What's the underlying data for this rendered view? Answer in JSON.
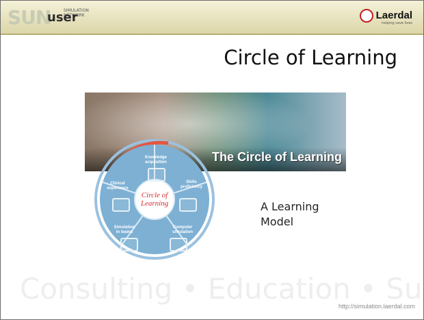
{
  "brand": {
    "left_logo_sun": "SUN",
    "left_logo_user": "user",
    "left_logo_sub1": "SIMULATION",
    "left_logo_sub2": "NETWORK",
    "right_logo_text": "Laerdal",
    "right_logo_tagline": "helping save lives",
    "accent_red": "#c21f1f",
    "header_bg": "#e7e3c1"
  },
  "slide": {
    "title": "Circle of Learning",
    "strip_caption": "The Circle of Learning",
    "right_text": "A Learning\nModel",
    "footer_words": "Consulting • Education • Support",
    "footer_url": "http://simulation.laerdal.com"
  },
  "wheel": {
    "center_label": "Circle of\nLearning",
    "segments": [
      {
        "label": "Knowledge\nacquisition",
        "icon": "book-icon"
      },
      {
        "label": "Skills\nproficiency",
        "icon": "hands-icon"
      },
      {
        "label": "Computer\nsimulation",
        "icon": "computer-icon"
      },
      {
        "label": "Simulation\nin teams",
        "icon": "team-icon"
      },
      {
        "label": "Clinical\nexperience",
        "icon": "bed-icon"
      }
    ],
    "colors": {
      "segment_fill": "#7db0d3",
      "outer_ring": "#9bc1df",
      "ring_accent": "#e55542",
      "center_fill": "#ffffff"
    }
  }
}
